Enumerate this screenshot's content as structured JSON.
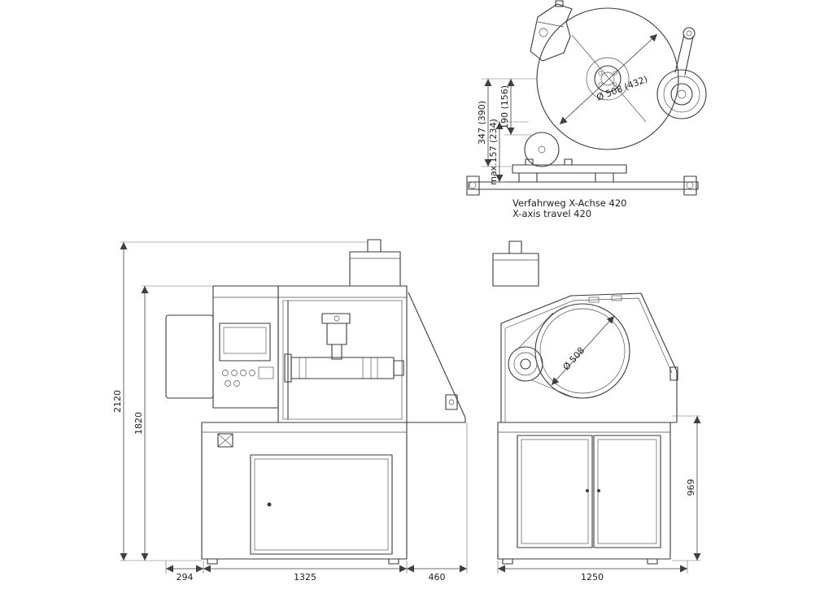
{
  "drawing": {
    "colors": {
      "background": "#ffffff",
      "line": "#3a3a3a",
      "dimension": "#3f3f3f",
      "text": "#1f1f1f"
    },
    "detail_view": {
      "wheel_diameter": "Ø 508 (432)",
      "dim_center_height": "347 (390)",
      "dim_max_cut": "max.157 (234)",
      "dim_flange": "190 (156)",
      "caption_line1": "Verfahrweg X-Achse 420",
      "caption_line2": "X-axis travel 420"
    },
    "front_view": {
      "dim_total_height": "2120",
      "dim_body_height": "1820",
      "dim_left_offset": "294",
      "dim_width": "1325",
      "dim_right_offset": "460"
    },
    "side_view": {
      "wheel_diameter": "Ø 508",
      "dim_cabinet_height": "969",
      "dim_depth": "1250"
    }
  }
}
